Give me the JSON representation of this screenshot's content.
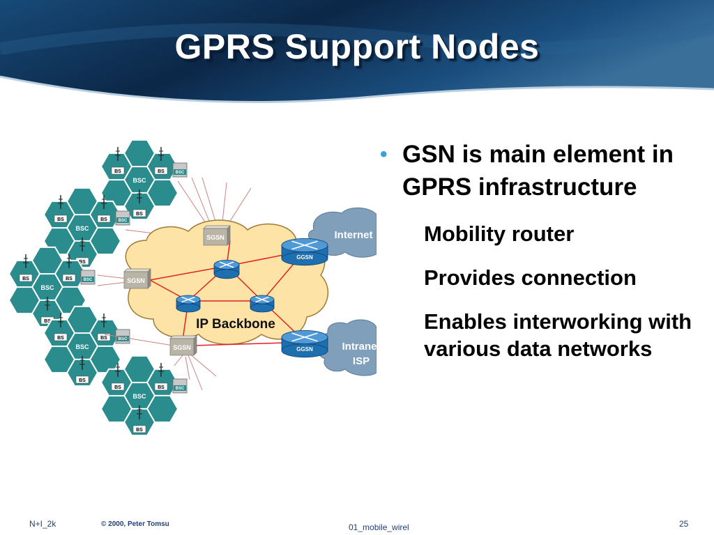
{
  "slide": {
    "title": "GPRS Support Nodes"
  },
  "diagram": {
    "cell_labels": {
      "bs": "BS",
      "bsc": "BSC"
    },
    "sgsn_label": "SGSN",
    "ggsn_label": "GGSN",
    "backbone_label": "IP Backbone",
    "internet_label": "Internet",
    "intranet_label_line1": "Intranet",
    "intranet_label_line2": "ISP"
  },
  "bullets": {
    "main": "GSN is main element in GPRS infrastructure",
    "sub": [
      "Mobility router",
      "Provides connection",
      "Enables interworking with various data networks"
    ]
  },
  "footer": {
    "left": "N+I_2k",
    "copyright": "© 2000, Peter Tomsu",
    "file": "01_mobile_wirel",
    "page": "25"
  },
  "colors": {
    "header_dark": "#0c2747",
    "header_light": "#5a8fb8",
    "cell_teal": "#2a8c8c",
    "cloud_yellow": "#fde3a6",
    "cloud_blue": "#7aa0bf",
    "link_red": "#e02020",
    "router_blue": "#1d6fb0",
    "bullet_blue": "#3aa0d8"
  }
}
